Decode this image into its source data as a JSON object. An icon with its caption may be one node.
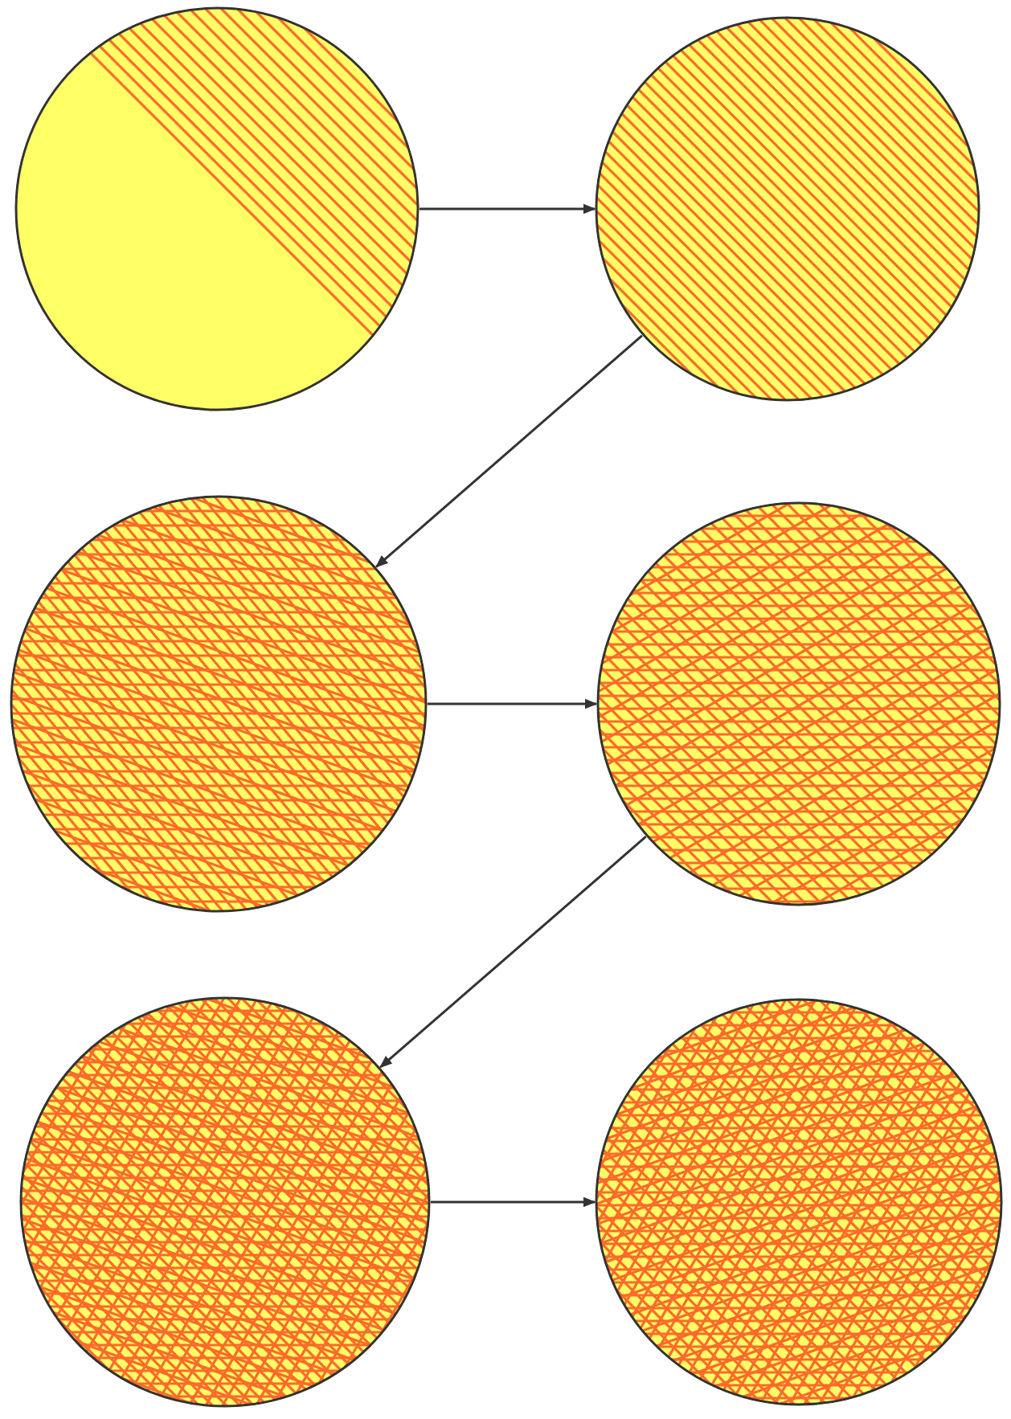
{
  "diagram": {
    "nodes": [
      {
        "text": [],
        "shape": "circle"
      },
      {
        "text": [],
        "shape": "circle"
      },
      {
        "text": [],
        "shape": "circle"
      },
      {
        "text": [],
        "shape": "circle"
      },
      {
        "text": [],
        "shape": "circle"
      },
      {
        "text": [],
        "shape": "circle"
      }
    ],
    "edges": [
      {
        "from": 0,
        "to": 1,
        "arrow": "to"
      },
      {
        "from": 1,
        "to": 2,
        "arrow": "to"
      },
      {
        "from": 2,
        "to": 3,
        "arrow": "to"
      },
      {
        "from": 3,
        "to": 4,
        "arrow": "to"
      },
      {
        "from": 4,
        "to": 5,
        "arrow": "to"
      }
    ]
  }
}
